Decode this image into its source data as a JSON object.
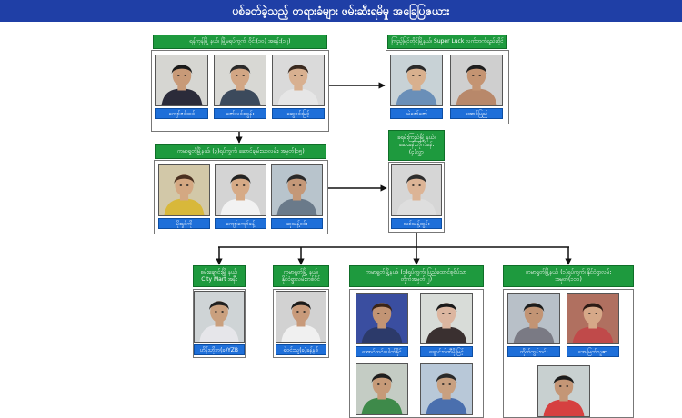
{
  "title": "ပစ်ခတ်ခဲ့သည့် တရားခံများ ဖမ်းဆီးရမိမှု အခြေပြဇယား",
  "colors": {
    "title_bg": "#1f3fa6",
    "header_bg": "#1e9a3e",
    "label_bg": "#1e6fd9",
    "line": "#111111"
  },
  "groups": [
    {
      "id": "g1",
      "header": "ရန်ကုန်မြို့ နယ်၊ မြို့မရပ်ကွက်၊ ဝိုင်း(၁၀) အခန်း(၁၂)",
      "people": [
        {
          "label": "ကျော်ဇင်ထင်",
          "skin": "#c89a78",
          "hair": "#1a1a1a",
          "shirt": "#2b2b3a",
          "bg": "#d6d6d2"
        },
        {
          "label": "ဇော်လင်းထွန်း",
          "skin": "#d2a684",
          "hair": "#2a2a2a",
          "shirt": "#3c4a5c",
          "bg": "#d8d8d4"
        },
        {
          "label": "ဆွေဝင်းမြင့်",
          "skin": "#d8b090",
          "hair": "#3a2a20",
          "shirt": "#e6e6e6",
          "bg": "#dadada"
        }
      ]
    },
    {
      "id": "g2",
      "header": "ကြည့်မြင်တိုင်မြို့နယ်၊ Super Luck လက်ဘက်ရည်ဆိုင်",
      "people": [
        {
          "label": "သဲဇော်ဇော်",
          "skin": "#d8b08e",
          "hair": "#2a2a2a",
          "shirt": "#6a8fb8",
          "bg": "#c8d2d6"
        },
        {
          "label": "အောင်ပြည့်",
          "skin": "#c49472",
          "hair": "#1e1e1e",
          "shirt": "#b8886a",
          "bg": "#cfcfcf"
        }
      ]
    },
    {
      "id": "g3",
      "header": "ကမာရွတ်မြို့နယ်၊ (၃)ရပ်ကွက်၊ ဆောင်ချမ်းသာလမ်း၊ အမှတ်(၁၅)",
      "people": [
        {
          "label": "မိုးရှင်ကို",
          "skin": "#d4a882",
          "hair": "#4a3020",
          "shirt": "#d8b83a",
          "bg": "#d2c8a8"
        },
        {
          "label": "ကျော်ကျော်ခန့်",
          "skin": "#d6aa86",
          "hair": "#222222",
          "shirt": "#f2f2f2",
          "bg": "#d4d4d4"
        },
        {
          "label": "ဆုသန့်ဝင်း",
          "skin": "#c49878",
          "hair": "#2a2a2a",
          "shirt": "#6a7a8a",
          "bg": "#b8c4cc"
        }
      ]
    },
    {
      "id": "g4",
      "header": "ခရမ်းကြည်မြို့ နယ်၊ ဆေးခန်းတိုက်ခန်း (၄)လွှာ",
      "people": [
        {
          "label": "သစ်သန့်ထွန်း",
          "skin": "#dcb496",
          "hair": "#2e2e2e",
          "shirt": "#dedede",
          "bg": "#d6d6d6"
        }
      ]
    },
    {
      "id": "g5",
      "header": "စမ်းချောင်းမြို့ နယ်၊\nCity Mart အနီး",
      "people": [
        {
          "label": "ဟိန်းဟိုဘ(ခ)YZB",
          "skin": "#caa07e",
          "hair": "#1f1f1f",
          "shirt": "#e6e6ea",
          "bg": "#cfd4d6"
        }
      ]
    },
    {
      "id": "g6",
      "header": "ကမာရွတ်မြို့ နယ်၊\nနိုင်ငံရွာလမ်းတစ်ဝိုင်",
      "people": [
        {
          "label": "ရဲဝင်းသူ(ခ)ခန့်နစ်",
          "skin": "#c89a7a",
          "hair": "#1a1a1a",
          "shirt": "#f0f0f0",
          "bg": "#d2d2d2"
        }
      ]
    },
    {
      "id": "g7",
      "header": "ကမာရွတ်မြို့နယ်၊ (၁)ရပ်ကွက်၊ ပြည်ထောင်စုရိပ်သာ\nတိုက်အမှတ်(၂)",
      "people": [
        {
          "label": "အောင်ထင်ပေါက်နိုင်",
          "skin": "#c29474",
          "hair": "#3a2418",
          "shirt": "#2c3a6a",
          "bg": "#3a4ea0"
        },
        {
          "label": "ချောင်းဝါဏီမိုးမြင့်",
          "skin": "#dcb6a0",
          "hair": "#1a1a1a",
          "shirt": "#3a3030",
          "bg": "#d8dcd8"
        },
        {
          "label": "",
          "skin": "#c69a78",
          "hair": "#1e1e1e",
          "shirt": "#3e8a4a",
          "bg": "#c4ccc4"
        },
        {
          "label": "",
          "skin": "#c8a080",
          "hair": "#2a2a2a",
          "shirt": "#4a6fae",
          "bg": "#b8c8d8"
        }
      ]
    },
    {
      "id": "g8",
      "header": "ကမာရွတ်မြို့နယ်၊ (၁)ရပ်ကွက်၊ နိုင်ငံရွာလမ်း\nအမှတ်(၁၁၁)",
      "people": [
        {
          "label": "ထိုက်ထွန်းဝင်း",
          "skin": "#c29474",
          "hair": "#1c1c1c",
          "shirt": "#7a7a84",
          "bg": "#b8c0c8"
        },
        {
          "label": "အေးမြတ်သူဇာ",
          "skin": "#d6a888",
          "hair": "#2c1a14",
          "shirt": "#c04a4a",
          "bg": "#b07060"
        },
        {
          "label": "",
          "skin": "#c49676",
          "hair": "#1c1c1c",
          "shirt": "#d64040",
          "bg": "#c8d0d0"
        }
      ]
    }
  ]
}
